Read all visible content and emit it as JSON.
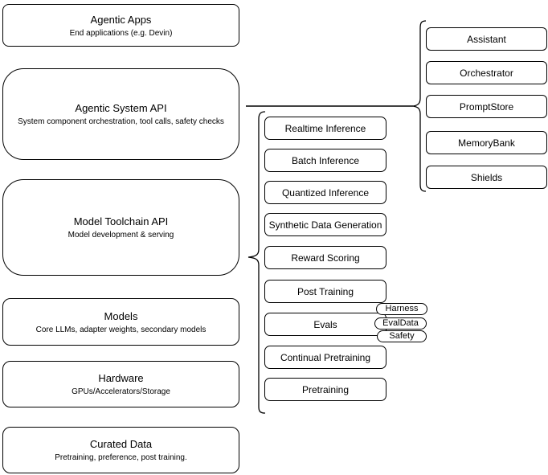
{
  "diagram": {
    "left_stack": [
      {
        "title": "Agentic Apps",
        "subtitle": "End applications (e.g. Devin)"
      },
      {
        "title": "Agentic System API",
        "subtitle": "System component orchestration, tool calls, safety checks"
      },
      {
        "title": "Model Toolchain API",
        "subtitle": "Model development & serving"
      },
      {
        "title": "Models",
        "subtitle": "Core LLMs, adapter weights, secondary models"
      },
      {
        "title": "Hardware",
        "subtitle": "GPUs/Accelerators/Storage"
      },
      {
        "title": "Curated Data",
        "subtitle": "Pretraining, preference, post training."
      }
    ],
    "toolchain_items": [
      "Realtime Inference",
      "Batch Inference",
      "Quantized Inference",
      "Synthetic Data Generation",
      "Reward Scoring",
      "Post Training",
      "Evals",
      "Continual Pretraining",
      "Pretraining"
    ],
    "evals_tags": [
      "Harness",
      "EvalData",
      "Safety"
    ],
    "system_components": [
      "Assistant",
      "Orchestrator",
      "PromptStore",
      "MemoryBank",
      "Shields"
    ],
    "colors": {
      "stroke": "#000000",
      "fill": "#ffffff",
      "text": "#000000"
    }
  }
}
